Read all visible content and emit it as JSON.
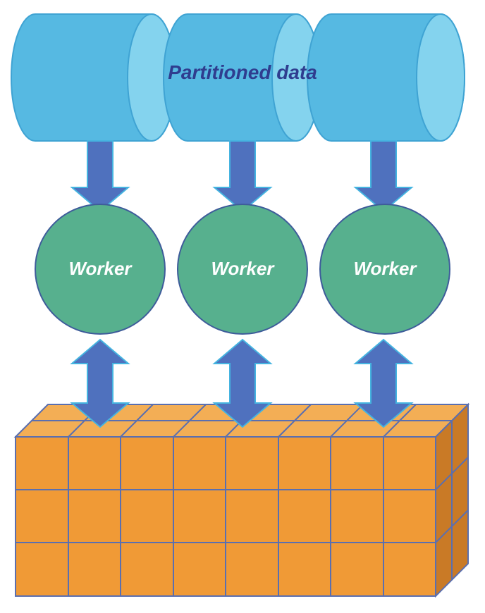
{
  "title": "Partitioned data",
  "workers": [
    {
      "label": "Worker"
    },
    {
      "label": "Worker"
    },
    {
      "label": "Worker"
    }
  ],
  "colors": {
    "cylinder_body": "#56B9E2",
    "cylinder_cap": "#84D3EE",
    "cylinder_stroke": "#3FA3D3",
    "title_text": "#2F3D8F",
    "arrow": "#4F71BE",
    "arrow_stroke": "#45B4E0",
    "worker_fill": "#57B08E",
    "worker_stroke": "#3E5C9A",
    "worker_text": "#FFFFFF",
    "cube_front": "#F09A36",
    "cube_top": "#F3AE55",
    "cube_side": "#C97A26",
    "cube_grid": "#5A6FB0"
  },
  "grid": {
    "columns": 8,
    "rows": 3,
    "depth_rows": 2
  }
}
